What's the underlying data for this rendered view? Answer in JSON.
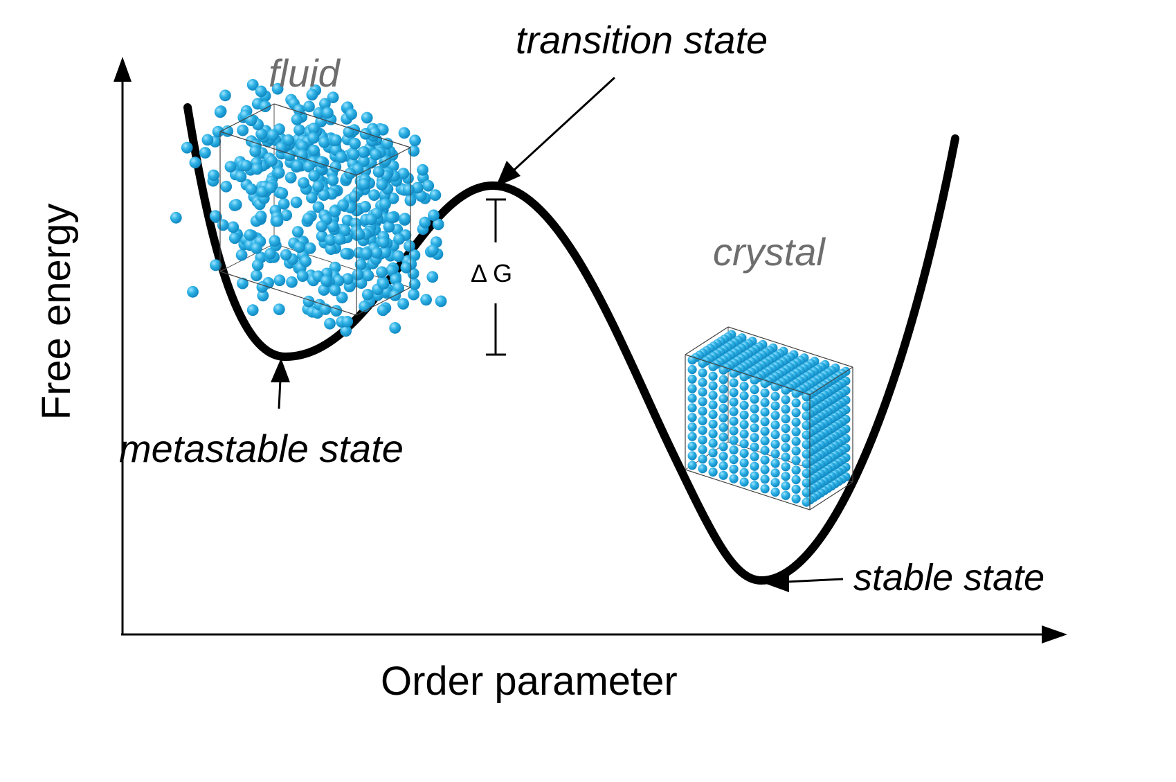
{
  "diagram": {
    "axes": {
      "x_label": "Order parameter",
      "y_label": "Free energy"
    },
    "labels": {
      "fluid": "fluid",
      "crystal": "crystal",
      "transition_state": "transition state",
      "metastable_state": "metastable state",
      "stable_state": "stable state",
      "barrier": "Δ G"
    },
    "colors": {
      "curve": "#000000",
      "particle": "#1fa9e0",
      "particle_highlight": "#8fdcff",
      "phase_label": "#6e6e6e"
    },
    "icons": {
      "fluid_box": "disordered-particle-cube-icon",
      "crystal_box": "ordered-lattice-cube-icon"
    }
  }
}
